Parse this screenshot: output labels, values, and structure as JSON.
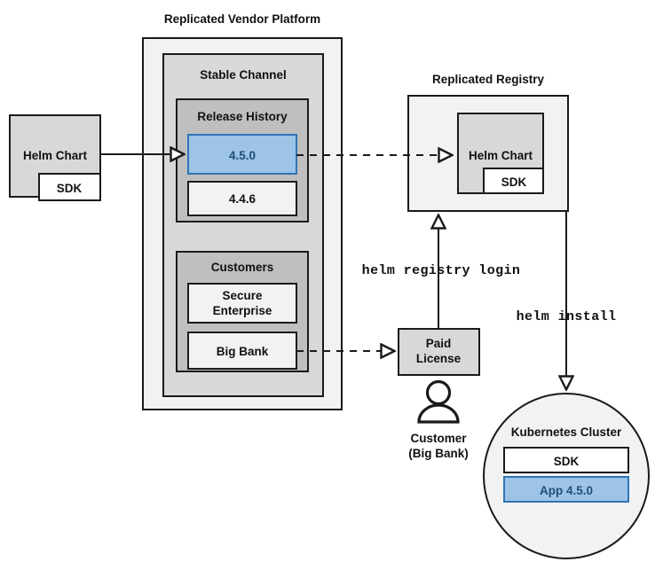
{
  "diagram": {
    "type": "architecture-flow-diagram",
    "background": "#ffffff",
    "colors": {
      "outer_panel_fill": "#f2f2f2",
      "channel_fill": "#d8d8d8",
      "group_fill": "#bfbfbf",
      "item_fill": "#f2f2f2",
      "chart_fill": "#d8d8d8",
      "highlight_fill": "#9dc3e6",
      "highlight_stroke": "#2e75b6",
      "highlight_text": "#1f4e79",
      "stroke": "#1a1a1a",
      "white": "#ffffff"
    },
    "titles": {
      "vendor_platform": "Replicated Vendor Platform",
      "registry": "Replicated Registry"
    },
    "source_chart": {
      "label": "Helm Chart",
      "sdk_label": "SDK"
    },
    "channel": {
      "label": "Stable Channel"
    },
    "release_history": {
      "label": "Release History",
      "releases": [
        {
          "version": "4.5.0",
          "highlighted": true
        },
        {
          "version": "4.4.6",
          "highlighted": false
        }
      ]
    },
    "customers": {
      "label": "Customers",
      "items": [
        {
          "name": "Secure Enterprise",
          "line1": "Secure",
          "line2": "Enterprise"
        },
        {
          "name": "Big Bank",
          "line1": "Big Bank",
          "line2": ""
        }
      ]
    },
    "registry": {
      "chart_label": "Helm Chart",
      "sdk_label": "SDK"
    },
    "license": {
      "line1": "Paid",
      "line2": "License"
    },
    "customer_actor": {
      "icon": "person-icon",
      "line1": "Customer",
      "line2": "(Big Bank)"
    },
    "cluster": {
      "label": "Kubernetes Cluster",
      "components": [
        {
          "label": "SDK",
          "highlighted": false
        },
        {
          "label": "App 4.5.0",
          "highlighted": true
        }
      ]
    },
    "commands": {
      "registry_login": "helm registry login",
      "install": "helm install"
    },
    "connections": [
      {
        "from": "Helm Chart",
        "to": "4.5.0",
        "style": "solid"
      },
      {
        "from": "4.5.0",
        "to": "Replicated Registry Helm Chart",
        "style": "dashed"
      },
      {
        "from": "Big Bank",
        "to": "Paid License",
        "style": "dashed"
      },
      {
        "from": "Paid License",
        "to": "Replicated Registry",
        "style": "solid",
        "label": "helm registry login"
      },
      {
        "from": "Replicated Registry",
        "to": "Kubernetes Cluster",
        "style": "solid",
        "label": "helm install"
      }
    ]
  }
}
